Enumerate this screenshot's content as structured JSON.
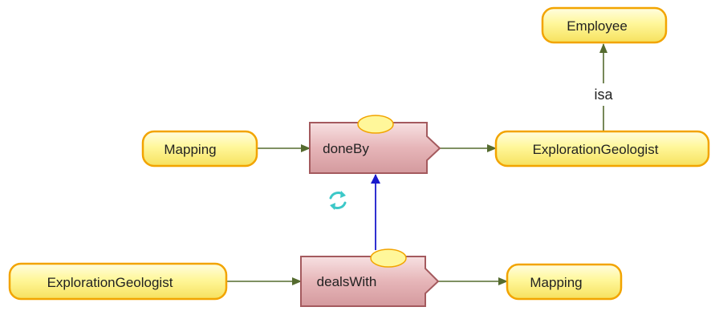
{
  "diagram": {
    "concepts": {
      "employee": "Employee",
      "mapping_top": "Mapping",
      "geologist_top": "ExplorationGeologist",
      "geologist_bottom": "ExplorationGeologist",
      "mapping_bottom": "Mapping"
    },
    "relations": {
      "done_by": "doneBy",
      "deals_with": "dealsWith"
    },
    "edge_labels": {
      "isa": "isa"
    },
    "icons": {
      "refresh": "refresh-icon"
    },
    "colors": {
      "concept_fill": "#fff79a",
      "concept_stroke": "#f2a400",
      "relation_fill": "#e6b5b8",
      "relation_stroke": "#a45a5e",
      "arrow": "#556b2f",
      "link_arrow": "#1a1acc",
      "refresh_icon": "#3cc8c8"
    }
  }
}
